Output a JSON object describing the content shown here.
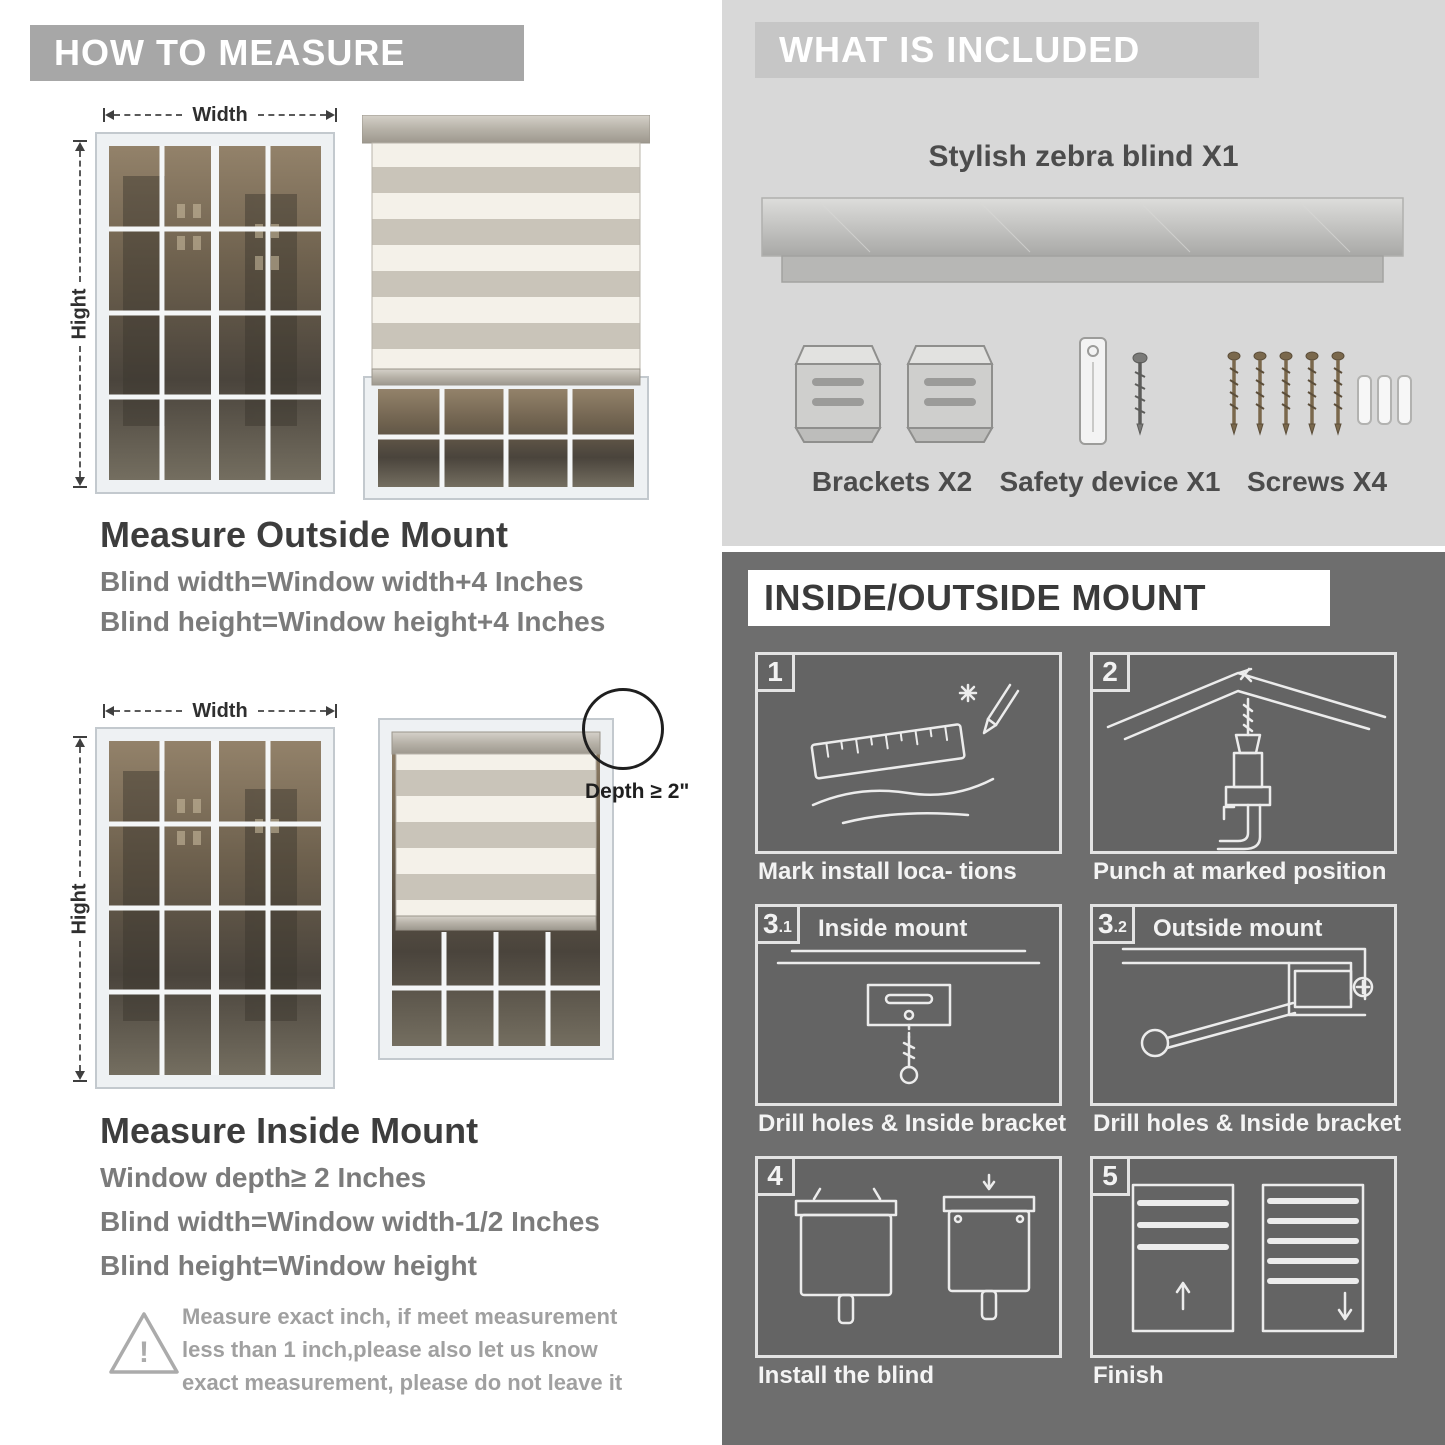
{
  "page": {
    "left_header": "HOW TO MEASURE",
    "measure_labels": {
      "width": "Width",
      "height": "Hight"
    },
    "outside": {
      "heading": "Measure Outside Mount",
      "lines": [
        "Blind width=Window width+4 Inches",
        "Blind height=Window height+4 Inches"
      ]
    },
    "inside": {
      "heading": "Measure Inside Mount",
      "depth_callout": "Depth ≥ 2\"",
      "lines": [
        "Window depth≥ 2 Inches",
        "Blind width=Window width-1/2 Inches",
        "Blind height=Window height"
      ]
    },
    "note": "Measure exact inch, if meet measurement less than 1 inch,please also let us know exact measurement, please do not leave it",
    "warning_mark": "!"
  },
  "included": {
    "header": "WHAT IS INCLUDED",
    "blind_label": "Stylish zebra blind X1",
    "items": [
      {
        "label": "Brackets X2",
        "icon": "brackets-icon"
      },
      {
        "label": "Safety device X1",
        "icon": "safety-device-icon"
      },
      {
        "label": "Screws X4",
        "icon": "screws-icon"
      }
    ]
  },
  "mount": {
    "header": "INSIDE/OUTSIDE MOUNT",
    "steps": [
      {
        "num": "1",
        "title": "",
        "caption": "Mark install loca- tions"
      },
      {
        "num": "2",
        "title": "",
        "caption": "Punch at  marked position"
      },
      {
        "num": "3",
        "sub": ".1",
        "title": "Inside mount",
        "caption": "Drill holes &  Inside bracket"
      },
      {
        "num": "3",
        "sub": ".2",
        "title": "Outside mount",
        "caption": "Drill holes &  Inside bracket"
      },
      {
        "num": "4",
        "title": "",
        "caption": "Install the blind"
      },
      {
        "num": "5",
        "title": "",
        "caption": "Finish"
      }
    ]
  },
  "colors": {
    "header_bar_gray": "#a7a7a7",
    "included_bg": "#d8d8d8",
    "included_header_bg": "#c6c6c6",
    "mount_bg": "#6e6e6e",
    "heading_dark": "#3d3d3d",
    "body_gray": "#7b7b7b",
    "stripe_solid": "#c9c4b9",
    "stripe_sheer": "#f4f1e9"
  }
}
